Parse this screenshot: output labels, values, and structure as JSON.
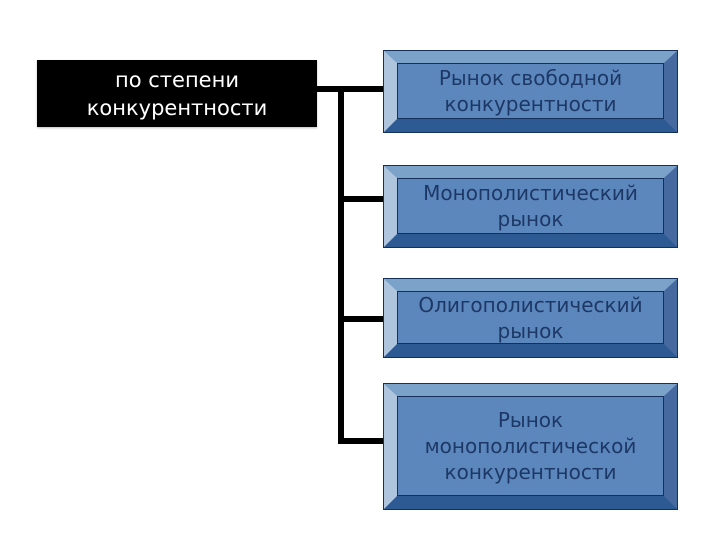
{
  "diagram": {
    "root": {
      "label": "по степени конкурентности",
      "lines": [
        "по степени",
        "конкурентности"
      ]
    },
    "nodes": [
      {
        "id": "free-competition-market",
        "label": "Рынок свободной конкурентности",
        "lines": [
          "Рынок свободной",
          "конкурентности"
        ]
      },
      {
        "id": "monopolistic-market",
        "label": "Монополистический рынок",
        "lines": [
          "Монополистический",
          "рынок"
        ]
      },
      {
        "id": "oligopolistic-market",
        "label": "Олигополистический рынок",
        "lines": [
          "Олигополистический",
          "рынок"
        ]
      },
      {
        "id": "monopolistic-competition-market",
        "label": "Рынок монополистической конкурентности",
        "lines": [
          "Рынок",
          "монополистической",
          "конкурентности"
        ]
      }
    ],
    "colors": {
      "background": "#ffffff",
      "root_fill": "#000000",
      "root_text": "#ffffff",
      "connector": "#000000",
      "node_fill": "#5c87bc",
      "node_text": "#1d3866",
      "node_border": "#16305c",
      "bevel_top": "#7ba2c9",
      "bevel_left": "#afc5de",
      "bevel_right": "#46699f",
      "bevel_bottom": "#2d5a92"
    }
  }
}
